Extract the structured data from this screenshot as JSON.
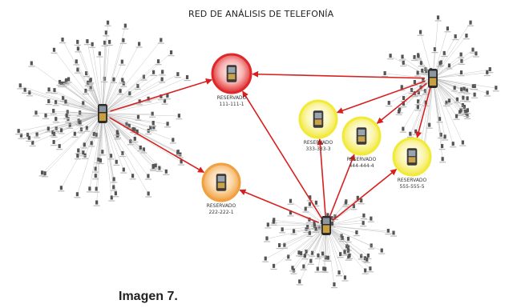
{
  "title": "RED DE ANÁLISIS DE TELEFONÍA",
  "caption": "Imagen 7.",
  "colors": {
    "red": "#e0282a",
    "orange": "#f0a040",
    "yellow": "#f2ea3a",
    "edge": "#d81f1f",
    "spoke": "#b8b8b8"
  },
  "hubs": [
    {
      "id": "hub-left"
    },
    {
      "id": "hub-right"
    },
    {
      "id": "hub-bottom"
    }
  ],
  "reserved": [
    {
      "id": "r1",
      "label": "RESERVADO",
      "number": "111-111-1",
      "color": "red"
    },
    {
      "id": "r2",
      "label": "RESERVADO",
      "number": "222-222-1",
      "color": "orange"
    },
    {
      "id": "r3",
      "label": "RESERVADO",
      "number": "333-333-3",
      "color": "yellow"
    },
    {
      "id": "r4",
      "label": "RESERVADO",
      "number": "444-444-4",
      "color": "yellow"
    },
    {
      "id": "r5",
      "label": "RESERVADO",
      "number": "555-555-5",
      "color": "yellow"
    }
  ],
  "edges": [
    {
      "from": "hub-left",
      "to": "r1"
    },
    {
      "from": "hub-left",
      "to": "r2"
    },
    {
      "from": "hub-right",
      "to": "r1"
    },
    {
      "from": "hub-right",
      "to": "r3"
    },
    {
      "from": "hub-right",
      "to": "r4"
    },
    {
      "from": "hub-right",
      "to": "r5"
    },
    {
      "from": "hub-bottom",
      "to": "r1"
    },
    {
      "from": "hub-bottom",
      "to": "r2"
    },
    {
      "from": "hub-bottom",
      "to": "r3"
    },
    {
      "from": "hub-bottom",
      "to": "r4"
    },
    {
      "from": "hub-bottom",
      "to": "r5"
    }
  ]
}
